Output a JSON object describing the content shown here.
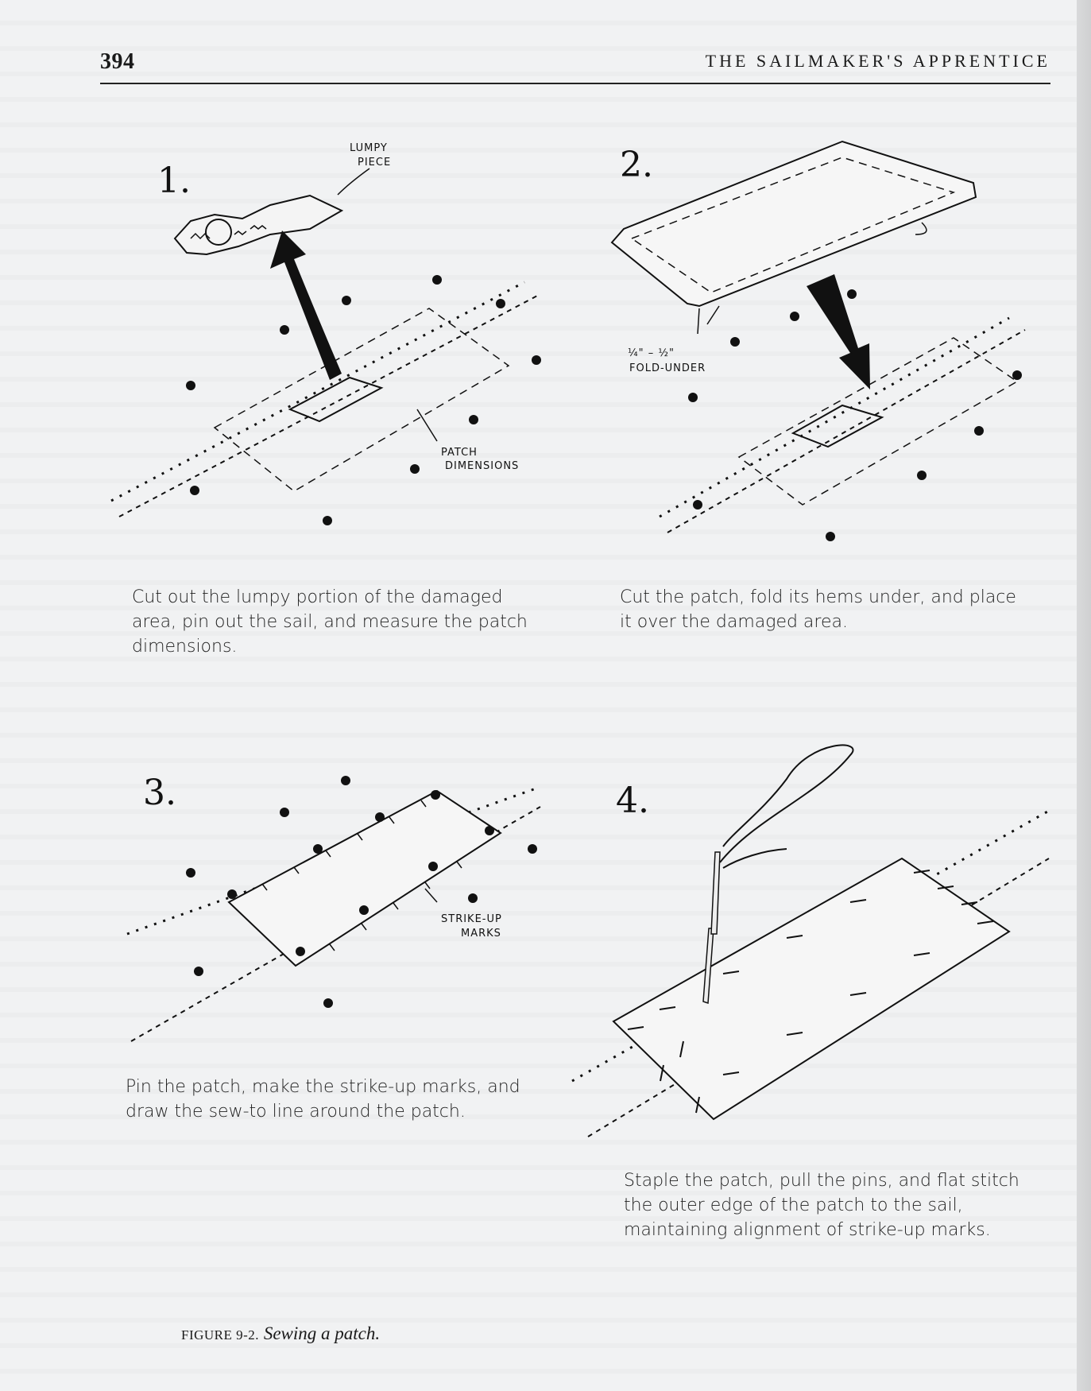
{
  "header": {
    "page_number": "394",
    "running_title": "THE SAILMAKER'S APPRENTICE"
  },
  "panels": [
    {
      "number": "1.",
      "labels": {
        "lumpy_piece_line1": "LUMPY",
        "lumpy_piece_line2": "PIECE",
        "patch_dim_line1": "PATCH",
        "patch_dim_line2": "DIMENSIONS"
      },
      "caption": "Cut out the lumpy portion of the damaged area, pin out the sail, and measure the patch dimensions."
    },
    {
      "number": "2.",
      "labels": {
        "fold_size": "¼\" – ½\"",
        "fold_under": "FOLD-UNDER"
      },
      "caption": "Cut the patch, fold its hems under, and place it over the damaged area."
    },
    {
      "number": "3.",
      "labels": {
        "strike_up_line1": "STRIKE-UP",
        "strike_up_line2": "MARKS"
      },
      "caption": "Pin the patch, make the strike-up marks, and draw the sew-to line around the patch."
    },
    {
      "number": "4.",
      "caption": "Staple the patch, pull the pins, and flat stitch the outer edge of the patch to the sail, maintaining alignment of strike-up marks."
    }
  ],
  "figure": {
    "label": "FIGURE 9-2.",
    "title": "Sewing a patch."
  }
}
